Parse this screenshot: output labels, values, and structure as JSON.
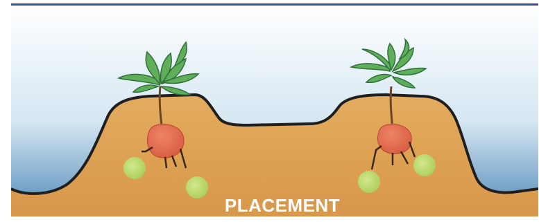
{
  "caption": "PLACEMENT",
  "colors": {
    "frame_line": "#2f4e8c",
    "sky_top": "#ffffff",
    "sky_mid": "#cfe3ef",
    "water_top": "#8fb8d6",
    "water_bottom": "#4b86b8",
    "soil": "#e0a85a",
    "soil_dark": "#d5963f",
    "outline": "#1f1f1f",
    "leaf": "#5fae5a",
    "leaf_dark": "#2f6f3a",
    "stem": "#7a4a26",
    "root_bulb": "#e06a4e",
    "fertilizer_ball": "#b9d86a"
  },
  "scene": {
    "plants": [
      "left-plant",
      "right-plant"
    ],
    "element_names": [
      "water",
      "soil-ridge",
      "plant",
      "root-bulb",
      "fertilizer-ball"
    ]
  }
}
